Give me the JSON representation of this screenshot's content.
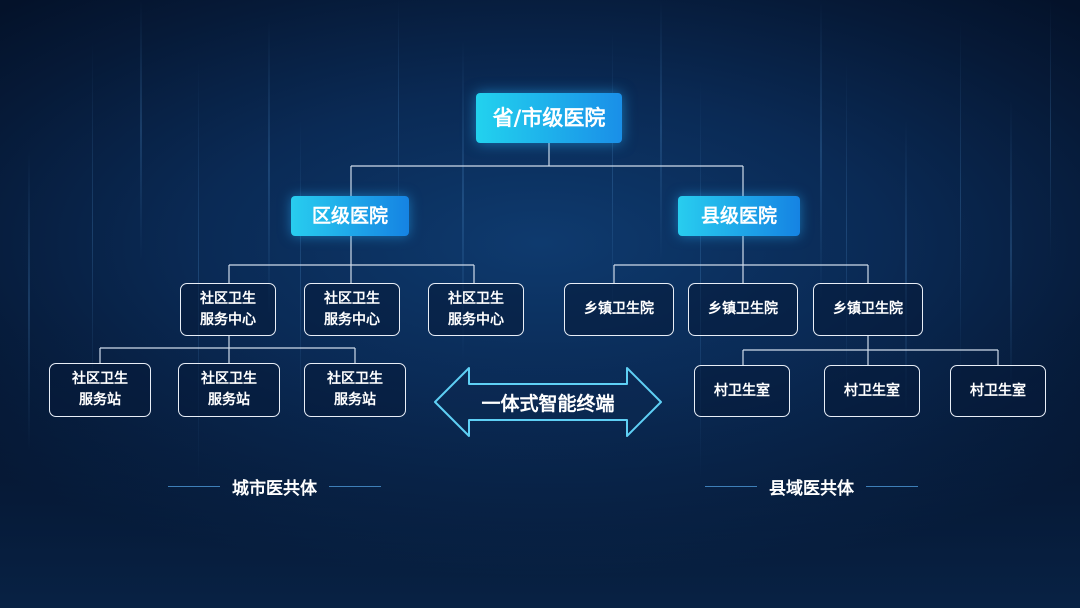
{
  "nodes": {
    "provincial": "省/市级医院",
    "district": "区级医院",
    "county": "县级医院",
    "community_center_1": [
      "社区卫生",
      "服务中心"
    ],
    "community_center_2": [
      "社区卫生",
      "服务中心"
    ],
    "community_center_3": [
      "社区卫生",
      "服务中心"
    ],
    "community_station_1": [
      "社区卫生",
      "服务站"
    ],
    "community_station_2": [
      "社区卫生",
      "服务站"
    ],
    "community_station_3": [
      "社区卫生",
      "服务站"
    ],
    "township_1": "乡镇卫生院",
    "township_2": "乡镇卫生院",
    "township_3": "乡镇卫生院",
    "village_1": "村卫生室",
    "village_2": "村卫生室",
    "village_3": "村卫生室"
  },
  "center_arrow": "一体式智能终端",
  "captions": {
    "left": "城市医共体",
    "right": "县域医共体"
  },
  "colors": {
    "background": "#0a2a55",
    "accent": "#1a8fe8",
    "line": "#d8e2ee"
  }
}
